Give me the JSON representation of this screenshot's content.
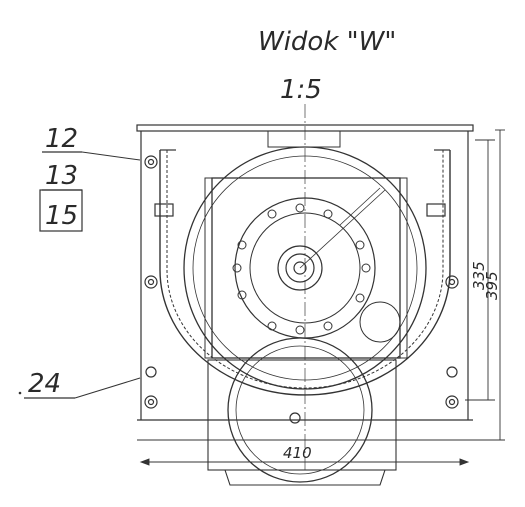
{
  "view": {
    "title": "Widok \"W\"",
    "scale": "1:5"
  },
  "callouts": {
    "top": [
      "12",
      "13",
      "15"
    ],
    "left": "24"
  },
  "dimensions": {
    "inner_height": "335",
    "outer_height": "395",
    "width": "410"
  },
  "colors": {
    "ink": "#333333",
    "paper": "#ffffff"
  }
}
